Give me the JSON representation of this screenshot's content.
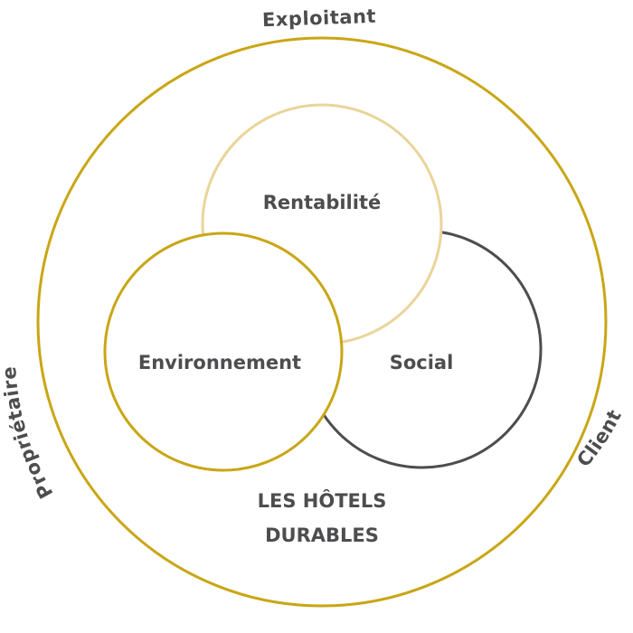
{
  "diagram": {
    "outer_labels": {
      "top": "Exploitant",
      "left": "Propriétaire",
      "right": "Client"
    },
    "circles": {
      "top": "Rentabilité",
      "left": "Environnement",
      "right": "Social"
    },
    "center_label": {
      "line1": "LES HÔTELS",
      "line2": "DURABLES"
    },
    "colors": {
      "outer_ring": "#c9a615",
      "rentabilite_ring": "#ead49a",
      "environnement_ring": "#c9a615",
      "social_ring": "#4d4d4f",
      "text": "#4d4d4f"
    }
  }
}
